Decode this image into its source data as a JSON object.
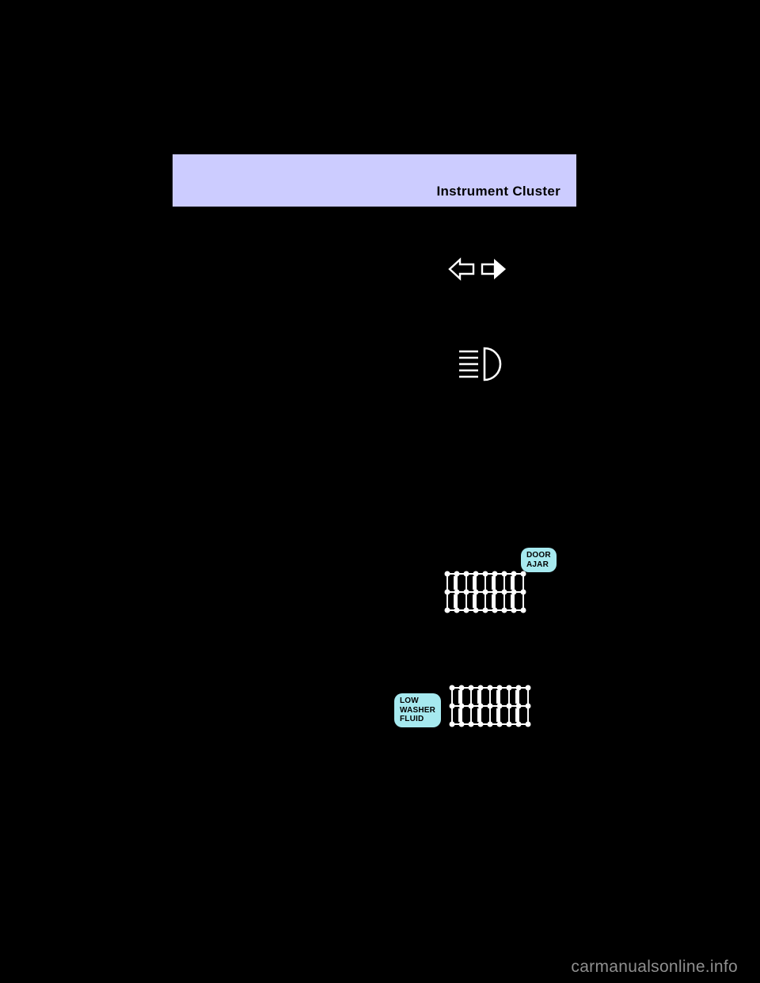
{
  "header": {
    "title": "Instrument Cluster",
    "bg_color": "#ccccff"
  },
  "icons": {
    "turn_signals": "turn-signal-arrows-icon",
    "high_beam": "high-beam-icon",
    "door_ajar_display": "door-ajar-matrix-display-icon",
    "washer_fluid_display": "washer-fluid-matrix-display-icon"
  },
  "badges": {
    "door_ajar": {
      "line1": "DOOR",
      "line2": "AJAR",
      "bg_color": "#a6e9ef"
    },
    "low_washer_fluid": {
      "line1": "LOW",
      "line2": "WASHER",
      "line3": "FLUID",
      "bg_color": "#a6e9ef"
    }
  },
  "watermark": {
    "text": "carmanualsonline.info",
    "color": "#8f8f8f"
  },
  "page": {
    "bg_color": "#000000"
  }
}
